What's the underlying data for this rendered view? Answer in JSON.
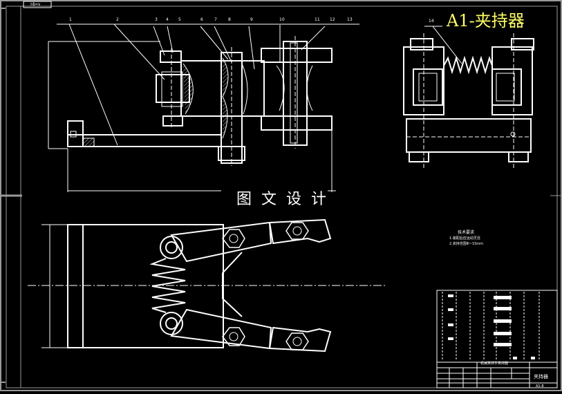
{
  "drawing": {
    "title": "A1-夹持器",
    "watermark": "图文设计",
    "corner_label": "nb=v",
    "part_numbers": [
      "1",
      "2",
      "3",
      "4",
      "5",
      "6",
      "7",
      "8",
      "9",
      "10",
      "11",
      "12",
      "13",
      "14"
    ],
    "notes": {
      "heading": "技术要求",
      "line1": "1.装配后应运动灵活",
      "line2": "2.夹持范围Φ~15mm"
    },
    "title_block": {
      "name": "夹持器",
      "drawing_title": "机械夹持手夹持器",
      "code": "A1-8"
    }
  },
  "colors": {
    "background": "#000000",
    "lines": "#ffffff",
    "title": "#ffff66",
    "frame": "#9a9a9a"
  }
}
